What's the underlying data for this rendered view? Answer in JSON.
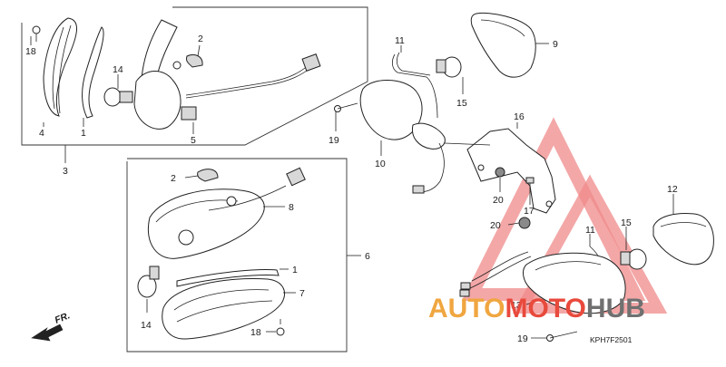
{
  "diagram": {
    "callouts": [
      {
        "id": "c18a",
        "text": "18"
      },
      {
        "id": "c4",
        "text": "4"
      },
      {
        "id": "c1a",
        "text": "1"
      },
      {
        "id": "c14a",
        "text": "14"
      },
      {
        "id": "c2a",
        "text": "2"
      },
      {
        "id": "c5",
        "text": "5"
      },
      {
        "id": "c3",
        "text": "3"
      },
      {
        "id": "c2b",
        "text": "2"
      },
      {
        "id": "c8",
        "text": "8"
      },
      {
        "id": "c6",
        "text": "6"
      },
      {
        "id": "c1b",
        "text": "1"
      },
      {
        "id": "c7",
        "text": "7"
      },
      {
        "id": "c14b",
        "text": "14"
      },
      {
        "id": "c18b",
        "text": "18"
      },
      {
        "id": "c11a",
        "text": "11"
      },
      {
        "id": "c9",
        "text": "9"
      },
      {
        "id": "c15a",
        "text": "15"
      },
      {
        "id": "c19a",
        "text": "19"
      },
      {
        "id": "c10",
        "text": "10"
      },
      {
        "id": "c16",
        "text": "16"
      },
      {
        "id": "c20a",
        "text": "20"
      },
      {
        "id": "c17",
        "text": "17"
      },
      {
        "id": "c20b",
        "text": "20"
      },
      {
        "id": "c12",
        "text": "12"
      },
      {
        "id": "c11b",
        "text": "11"
      },
      {
        "id": "c15b",
        "text": "15"
      },
      {
        "id": "c13",
        "text": "13"
      },
      {
        "id": "c19b",
        "text": "19"
      }
    ],
    "direction_label": "FR.",
    "diagram_code": "KPH7F2501",
    "watermark": {
      "part1": "AUTO",
      "part2": "MOTO",
      "part3": "HUB"
    },
    "colors": {
      "watermark_orange": "#f0a640",
      "watermark_red": "#e84a3c",
      "watermark_gray": "#707070",
      "line": "#222222"
    }
  }
}
